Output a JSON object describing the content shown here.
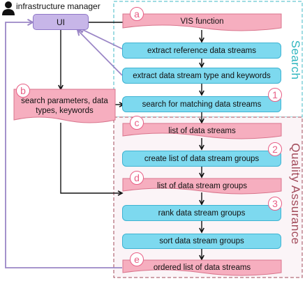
{
  "actor": {
    "label": "infrastructure manager"
  },
  "ui": {
    "label": "UI"
  },
  "inputs": {
    "label": "search parameters, data types, keywords",
    "tag": "b"
  },
  "sections": {
    "search": {
      "label": "Search",
      "color": "#2fb6bf"
    },
    "quality": {
      "label": "Quality Assurance",
      "color": "#a24a5a"
    }
  },
  "steps": [
    {
      "label": "VIS function",
      "kind": "data",
      "tag": "a"
    },
    {
      "label": "extract reference data streams",
      "kind": "process"
    },
    {
      "label": "extract data stream type and keywords",
      "kind": "process"
    },
    {
      "label": "search for matching data streams",
      "kind": "process",
      "number": "1"
    },
    {
      "label": "list of data streams",
      "kind": "data",
      "tag": "c"
    },
    {
      "label": "create list of data stream groups",
      "kind": "process",
      "number": "2"
    },
    {
      "label": "list of data stream groups",
      "kind": "data",
      "tag": "d"
    },
    {
      "label": "rank data stream groups",
      "kind": "process",
      "number": "3"
    },
    {
      "label": "sort data stream groups",
      "kind": "process"
    },
    {
      "label": "ordered list of data streams",
      "kind": "data",
      "tag": "e"
    }
  ],
  "colors": {
    "process_fill": "#7dd9ef",
    "data_fill": "#f6aebf",
    "ui_fill": "#c7b6e8",
    "feedback_arrow": "#9b86c6",
    "tag_ring": "#e85f86"
  }
}
